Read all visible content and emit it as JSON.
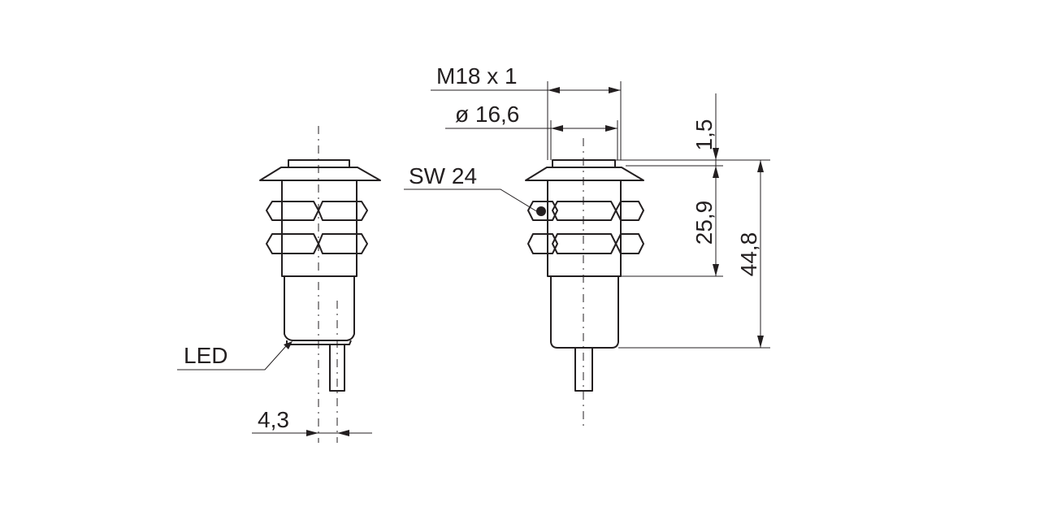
{
  "labels": {
    "thread": "M18 x 1",
    "diameter": "ø  16,6",
    "wrench": "SW 24",
    "led": "LED",
    "dim_top": "1,5",
    "dim_mid": "25,9",
    "dim_total": "44,8",
    "dim_offset": "4,3"
  }
}
